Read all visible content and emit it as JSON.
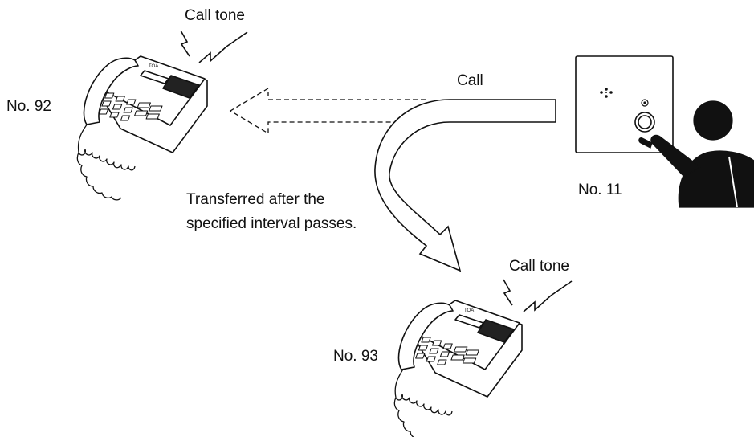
{
  "labels": {
    "call_tone_top": "Call tone",
    "station_92": "No. 92",
    "call": "Call",
    "station_11": "No. 11",
    "transfer_line1": "Transferred after the",
    "transfer_line2": "specified interval passes.",
    "call_tone_bottom": "Call tone",
    "station_93": "No. 93"
  },
  "phone_brand": "TOA",
  "colors": {
    "ink": "#111111",
    "paper": "#ffffff"
  }
}
